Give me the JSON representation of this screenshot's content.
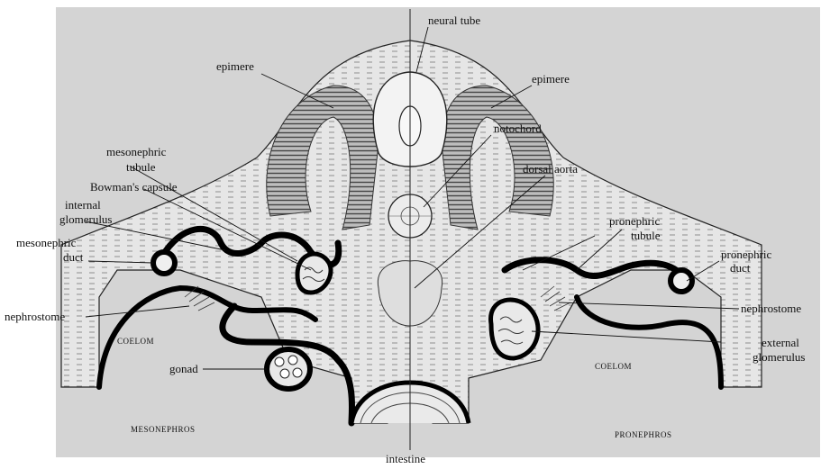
{
  "figure": {
    "labels": {
      "neural_tube": "neural tube",
      "epimere_left": "epimere",
      "epimere_right": "epimere",
      "notochord": "notochord",
      "mesonephric_tubule_1": "mesonephric",
      "mesonephric_tubule_2": "tubule",
      "bowmans_capsule": "Bowman's capsule",
      "dorsal_aorta": "dorsal aorta",
      "internal_glomerulus_1": "internal",
      "internal_glomerulus_2": "glomerulus",
      "mesonephric_duct_1": "mesonephric",
      "mesonephric_duct_2": "duct",
      "pronephric_tubule_1": "pronephric",
      "pronephric_tubule_2": "tubule",
      "pronephric_duct_1": "pronephric",
      "pronephric_duct_2": "duct",
      "nephrostome_left": "nephrostome",
      "nephrostome_right": "nephrostome",
      "coelom_left": "COELOM",
      "coelom_right": "COELOM",
      "external_glomerulus_1": "external",
      "external_glomerulus_2": "glomerulus",
      "gonad": "gonad",
      "mesonephros": "MESONEPHROS",
      "pronephros": "PRONEPHROS",
      "intestine": "intestine"
    },
    "colors": {
      "background": "#d4d4d4",
      "tissue": "#e4e4e4",
      "lines": "#111111"
    }
  }
}
